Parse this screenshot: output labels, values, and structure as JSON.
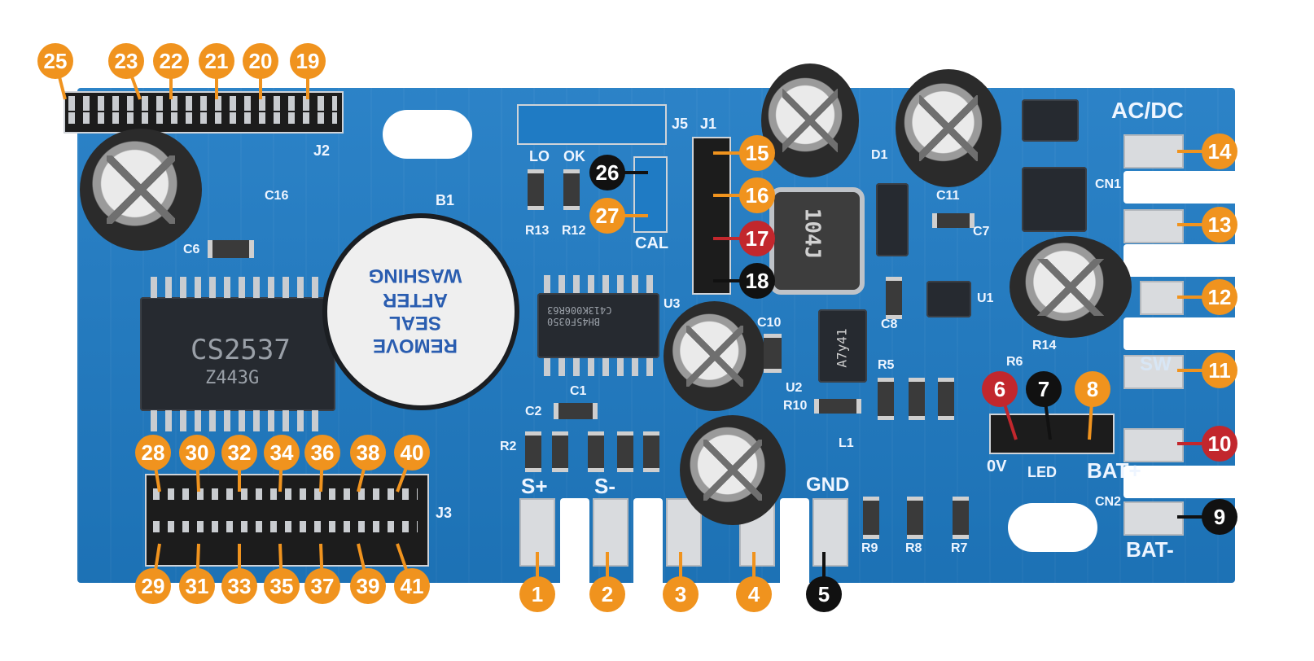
{
  "board": {
    "chip_main_lines": [
      "CS2537",
      "Z443G"
    ],
    "chip_second_lines": [
      "BH45F0350",
      "C413K006R63"
    ],
    "buzzer_text": [
      "REMOVE",
      "SEAL",
      "AFTER",
      "WASHING"
    ],
    "regulator_text": "A7y41",
    "inductor_text": "104J",
    "silkscreen": {
      "ac_dc": "AC/DC",
      "sw": "SW",
      "bat_plus": "BAT+",
      "bat_minus": "BAT-",
      "led": "LED",
      "ov": "0V",
      "gnd": "GND",
      "s_plus": "S+",
      "s_minus": "S-",
      "cal": "CAL",
      "lo": "LO",
      "ok": "OK",
      "j1": "J1",
      "j2": "J2",
      "j3": "J3",
      "j5": "J5",
      "b1": "B1",
      "c1": "C1",
      "c2": "C2",
      "c6": "C6",
      "c7": "C7",
      "c8": "C8",
      "c10": "C10",
      "c11": "C11",
      "c16": "C16",
      "r2": "R2",
      "r5": "R5",
      "r6": "R6",
      "r7": "R7",
      "r8": "R8",
      "r9": "R9",
      "r10": "R10",
      "r12": "R12",
      "r13": "R13",
      "r14": "R14",
      "u1": "U1",
      "u2": "U2",
      "u3": "U3",
      "d1": "D1",
      "cn1": "CN1",
      "cn2": "CN2",
      "l1": "L1"
    }
  },
  "colors": {
    "orange": "#f0931e",
    "red": "#c2272d",
    "black": "#111111",
    "board_blue": "#1f7bc4"
  },
  "callouts": [
    {
      "num": "1",
      "color": "orange"
    },
    {
      "num": "2",
      "color": "orange"
    },
    {
      "num": "3",
      "color": "orange"
    },
    {
      "num": "4",
      "color": "orange"
    },
    {
      "num": "5",
      "color": "black"
    },
    {
      "num": "6",
      "color": "red"
    },
    {
      "num": "7",
      "color": "black"
    },
    {
      "num": "8",
      "color": "orange"
    },
    {
      "num": "9",
      "color": "black"
    },
    {
      "num": "10",
      "color": "red"
    },
    {
      "num": "11",
      "color": "orange"
    },
    {
      "num": "12",
      "color": "orange"
    },
    {
      "num": "13",
      "color": "orange"
    },
    {
      "num": "14",
      "color": "orange"
    },
    {
      "num": "15",
      "color": "orange"
    },
    {
      "num": "16",
      "color": "orange"
    },
    {
      "num": "17",
      "color": "red"
    },
    {
      "num": "18",
      "color": "black"
    },
    {
      "num": "19",
      "color": "orange"
    },
    {
      "num": "20",
      "color": "orange"
    },
    {
      "num": "21",
      "color": "orange"
    },
    {
      "num": "22",
      "color": "orange"
    },
    {
      "num": "23",
      "color": "orange"
    },
    {
      "num": "25",
      "color": "orange"
    },
    {
      "num": "26",
      "color": "black"
    },
    {
      "num": "27",
      "color": "orange"
    },
    {
      "num": "28",
      "color": "orange"
    },
    {
      "num": "29",
      "color": "orange"
    },
    {
      "num": "30",
      "color": "orange"
    },
    {
      "num": "31",
      "color": "orange"
    },
    {
      "num": "32",
      "color": "orange"
    },
    {
      "num": "33",
      "color": "orange"
    },
    {
      "num": "34",
      "color": "orange"
    },
    {
      "num": "35",
      "color": "orange"
    },
    {
      "num": "36",
      "color": "orange"
    },
    {
      "num": "37",
      "color": "orange"
    },
    {
      "num": "38",
      "color": "orange"
    },
    {
      "num": "39",
      "color": "orange"
    },
    {
      "num": "40",
      "color": "orange"
    },
    {
      "num": "41",
      "color": "orange"
    }
  ]
}
